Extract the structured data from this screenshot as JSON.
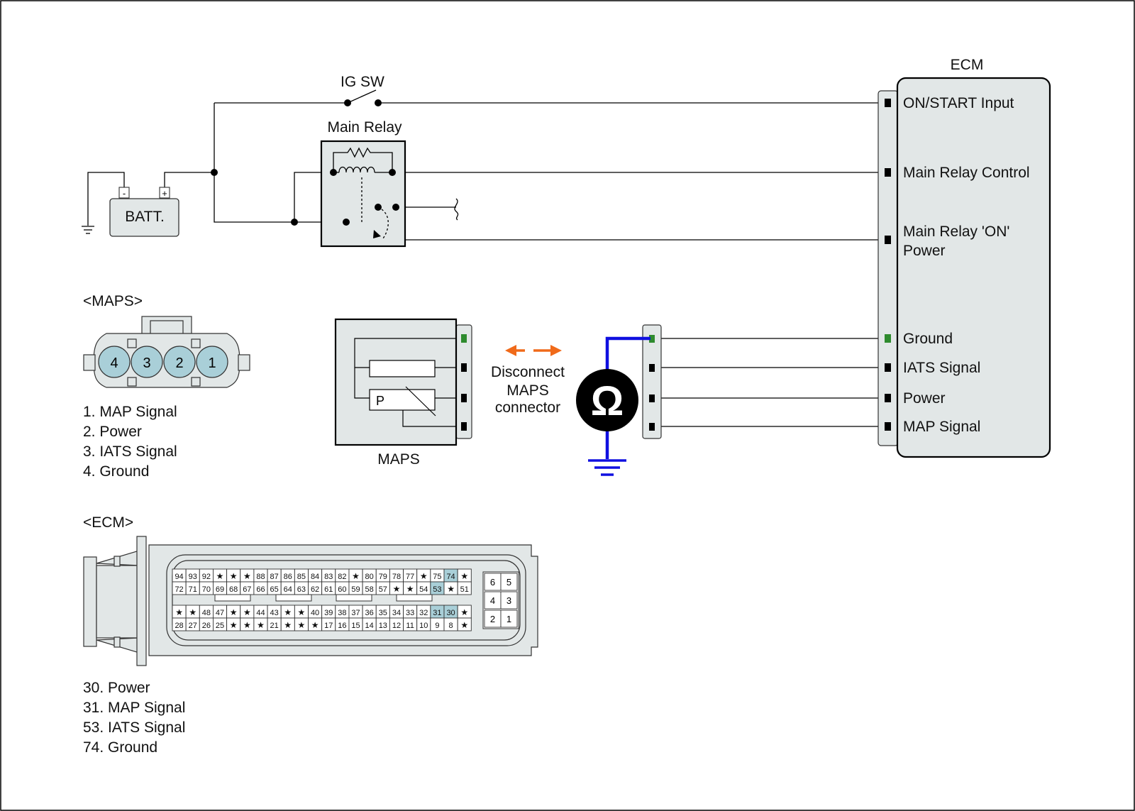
{
  "colors": {
    "ground": "#2e8b2e",
    "probe": "#1010e0",
    "arrow": "#f06a1a",
    "connector_fill": "#dde3e3",
    "pin_highlight": "#a9cfd8"
  },
  "labels": {
    "ig_sw": "IG SW",
    "main_relay": "Main Relay",
    "batt": "BATT.",
    "batt_minus": "-",
    "batt_plus": "+",
    "ecm_title": "ECM",
    "maps_unit": "MAPS",
    "maps_p": "P",
    "ohm_symbol": "Ω"
  },
  "instruction": [
    "Disconnect",
    "MAPS",
    "connector"
  ],
  "ecm_terminals": [
    {
      "id": "on-start-input",
      "lines": [
        "ON/START Input"
      ],
      "ground": false
    },
    {
      "id": "main-relay-control",
      "lines": [
        "Main Relay Control"
      ],
      "ground": false
    },
    {
      "id": "main-relay-on-power",
      "lines": [
        "Main Relay 'ON'",
        "Power"
      ],
      "ground": false
    },
    {
      "id": "ground",
      "lines": [
        "Ground"
      ],
      "ground": true
    },
    {
      "id": "iats-signal",
      "lines": [
        "IATS Signal"
      ],
      "ground": false
    },
    {
      "id": "power",
      "lines": [
        "Power"
      ],
      "ground": false
    },
    {
      "id": "map-signal",
      "lines": [
        "MAP Signal"
      ],
      "ground": false
    }
  ],
  "maps_connector": {
    "heading": "<MAPS>",
    "pins": [
      "4",
      "3",
      "2",
      "1"
    ],
    "legend": [
      {
        "text": "1. MAP Signal",
        "ground": false
      },
      {
        "text": "2. Power",
        "ground": false
      },
      {
        "text": "3. IATS Signal",
        "ground": false
      },
      {
        "text": "4. Ground",
        "ground": true
      }
    ]
  },
  "ecm_connector": {
    "heading": "<ECM>",
    "row1": [
      "94",
      "93",
      "92",
      "★",
      "★",
      "★",
      "88",
      "87",
      "86",
      "85",
      "84",
      "83",
      "82",
      "★",
      "80",
      "79",
      "78",
      "77",
      "★",
      "75",
      "74",
      "★"
    ],
    "row2": [
      "72",
      "71",
      "70",
      "69",
      "68",
      "67",
      "66",
      "65",
      "64",
      "63",
      "62",
      "61",
      "60",
      "59",
      "58",
      "57",
      "★",
      "★",
      "54",
      "53",
      "★",
      "51"
    ],
    "row3": [
      "★",
      "★",
      "48",
      "47",
      "★",
      "★",
      "44",
      "43",
      "★",
      "★",
      "40",
      "39",
      "38",
      "37",
      "36",
      "35",
      "34",
      "33",
      "32",
      "31",
      "30",
      "★"
    ],
    "row4": [
      "28",
      "27",
      "26",
      "25",
      "★",
      "★",
      "★",
      "21",
      "★",
      "★",
      "★",
      "17",
      "16",
      "15",
      "14",
      "13",
      "12",
      "11",
      "10",
      "9",
      "8",
      "★"
    ],
    "highlighted": [
      "74",
      "53",
      "31",
      "30"
    ],
    "small_block": [
      [
        "6",
        "5"
      ],
      [
        "4",
        "3"
      ],
      [
        "2",
        "1"
      ]
    ],
    "legend": [
      {
        "text": "30. Power",
        "ground": false
      },
      {
        "text": "31. MAP Signal",
        "ground": false
      },
      {
        "text": "53. IATS Signal",
        "ground": false
      },
      {
        "text": "74. Ground",
        "ground": true
      }
    ]
  }
}
